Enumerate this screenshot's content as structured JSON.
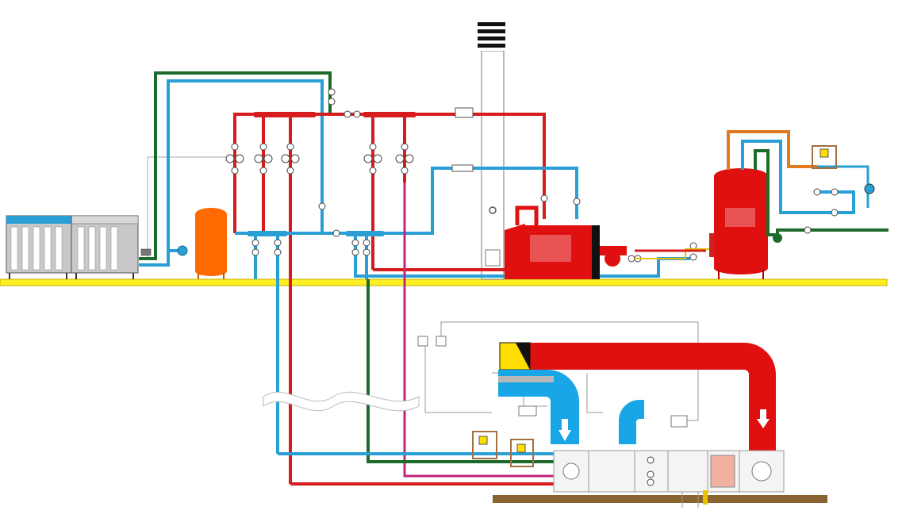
{
  "diagram": {
    "colors": {
      "hot_supply": "#d61c1c",
      "cold_return": "#2a9fd6",
      "green_line": "#1d6b2a",
      "orange_line": "#e07a20",
      "magenta_line": "#c0267c",
      "tank_red": "#e01010",
      "tank_orange": "#ff6a00",
      "floor_yellow": "#ffee22",
      "floor_brown": "#8a6430",
      "chiller_body": "#c8c8c8",
      "chiller_stripe": "#2a9fd6",
      "chimney_cap": "#111111",
      "duct_red": "#e01010",
      "duct_blue": "#19a6e6",
      "damper_yellow": "#ffdd00",
      "control_line": "#999999"
    },
    "components": [
      {
        "name": "chiller",
        "icon": "chiller-unit-icon"
      },
      {
        "name": "expansion-tank",
        "icon": "expansion-vessel-icon"
      },
      {
        "name": "boiler",
        "icon": "boiler-icon"
      },
      {
        "name": "burner",
        "icon": "burner-icon"
      },
      {
        "name": "chimney",
        "icon": "chimney-icon"
      },
      {
        "name": "hot-water-storage-tank",
        "icon": "storage-tank-icon"
      },
      {
        "name": "air-handling-unit",
        "icon": "ahu-icon"
      },
      {
        "name": "supply-air-duct",
        "icon": "duct-icon"
      },
      {
        "name": "fresh-air-duct",
        "icon": "duct-icon"
      },
      {
        "name": "supply-manifold",
        "icon": "manifold-icon"
      },
      {
        "name": "return-manifold",
        "icon": "manifold-icon"
      },
      {
        "name": "mixing-valve",
        "icon": "three-way-valve-icon"
      },
      {
        "name": "circulation-pump",
        "icon": "pump-icon"
      },
      {
        "name": "upper-floor-slab",
        "icon": "floor-icon"
      },
      {
        "name": "lower-floor-slab",
        "icon": "floor-icon"
      },
      {
        "name": "pipe-break-symbol",
        "icon": "wave-break-icon"
      }
    ]
  }
}
